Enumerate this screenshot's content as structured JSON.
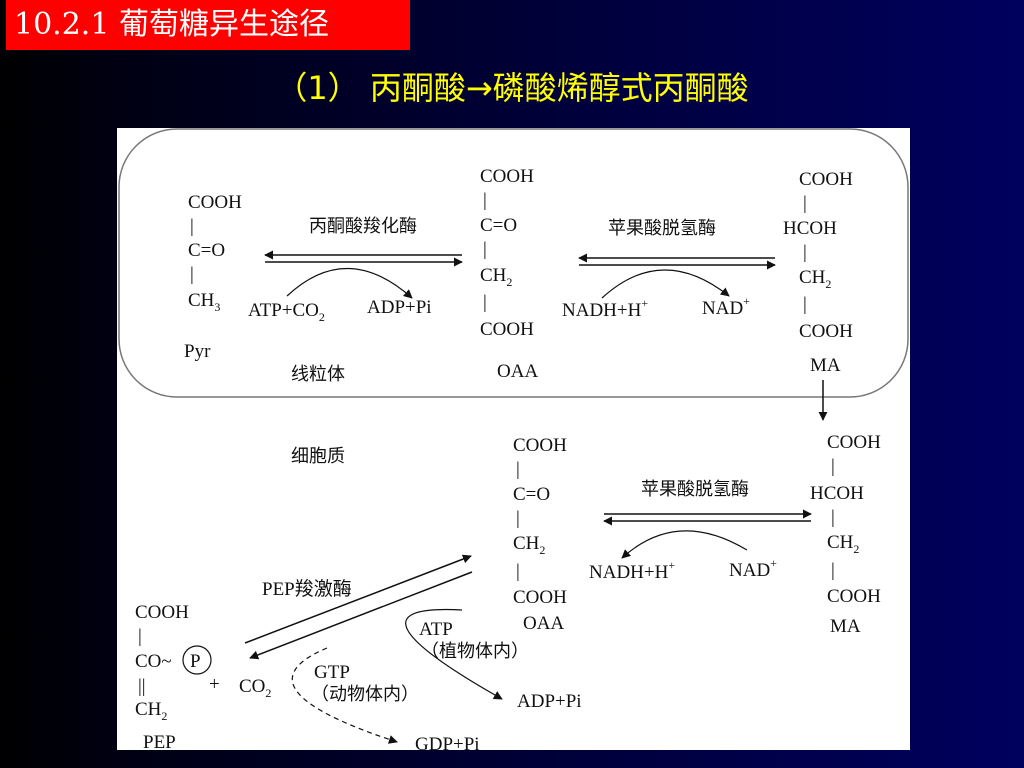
{
  "slide": {
    "section_title": "10.2.1  葡萄糖异生途径",
    "subtitle": "（1） 丙酮酸→磷酸烯醇式丙酮酸",
    "colors": {
      "title_bg": "#ff0000",
      "title_text": "#ffffff",
      "subtitle_text": "#ffff00",
      "panel_bg": "#ffffff"
    }
  },
  "diagram": {
    "mito": {
      "label": "线粒体",
      "pyr": {
        "l1": "COOH",
        "l2": "|",
        "l3": "C=O",
        "l4": "|",
        "l5": "CH",
        "sub": "3",
        "name": "Pyr"
      },
      "oaa": {
        "l1": "COOH",
        "l2": "|",
        "l3": "C=O",
        "l4": "|",
        "l5": "CH",
        "sub": "2",
        "l6": "|",
        "l7": "COOH",
        "name": "OAA"
      },
      "ma": {
        "l1": "COOH",
        "l2": "|",
        "l3": "HCOH",
        "l4": "|",
        "l5": "CH",
        "sub": "2",
        "l6": "|",
        "l7": "COOH",
        "name": "MA"
      },
      "enzyme1": "丙酮酸羧化酶",
      "atp_co2": "ATP+CO",
      "atp_co2_sub": "2",
      "adp_pi": "ADP+Pi",
      "enzyme2": "苹果酸脱氢酶",
      "nadh": "NADH+H",
      "nad": "NAD",
      "plus": "+"
    },
    "cyto": {
      "label": "细胞质",
      "ma": {
        "l1": "COOH",
        "l2": "|",
        "l3": "HCOH",
        "l4": "|",
        "l5": "CH",
        "sub": "2",
        "l6": "|",
        "l7": "COOH",
        "name": "MA"
      },
      "oaa": {
        "l1": "COOH",
        "l2": "|",
        "l3": "C=O",
        "l4": "|",
        "l5": "CH",
        "sub": "2",
        "l6": "|",
        "l7": "COOH",
        "name": "OAA"
      },
      "enzyme_mdh": "苹果酸脱氢酶",
      "nadh": "NADH+H",
      "nad": "NAD",
      "plus": "+",
      "enzyme_pepck": "PEP羧激酶",
      "atp": "ATP",
      "atp_note": "（植物体内）",
      "adp_pi": "ADP+Pi",
      "gtp": "GTP",
      "gtp_note": "（动物体内）",
      "gdp_pi": "GDP+Pi",
      "pep": {
        "l1": "COOH",
        "l2": "|",
        "l3": "CO~",
        "p": "P",
        "l4": "||",
        "l5": "CH",
        "sub": "2",
        "name": "PEP"
      },
      "plus_sign": "+",
      "co2": "CO",
      "co2_sub": "2"
    }
  }
}
